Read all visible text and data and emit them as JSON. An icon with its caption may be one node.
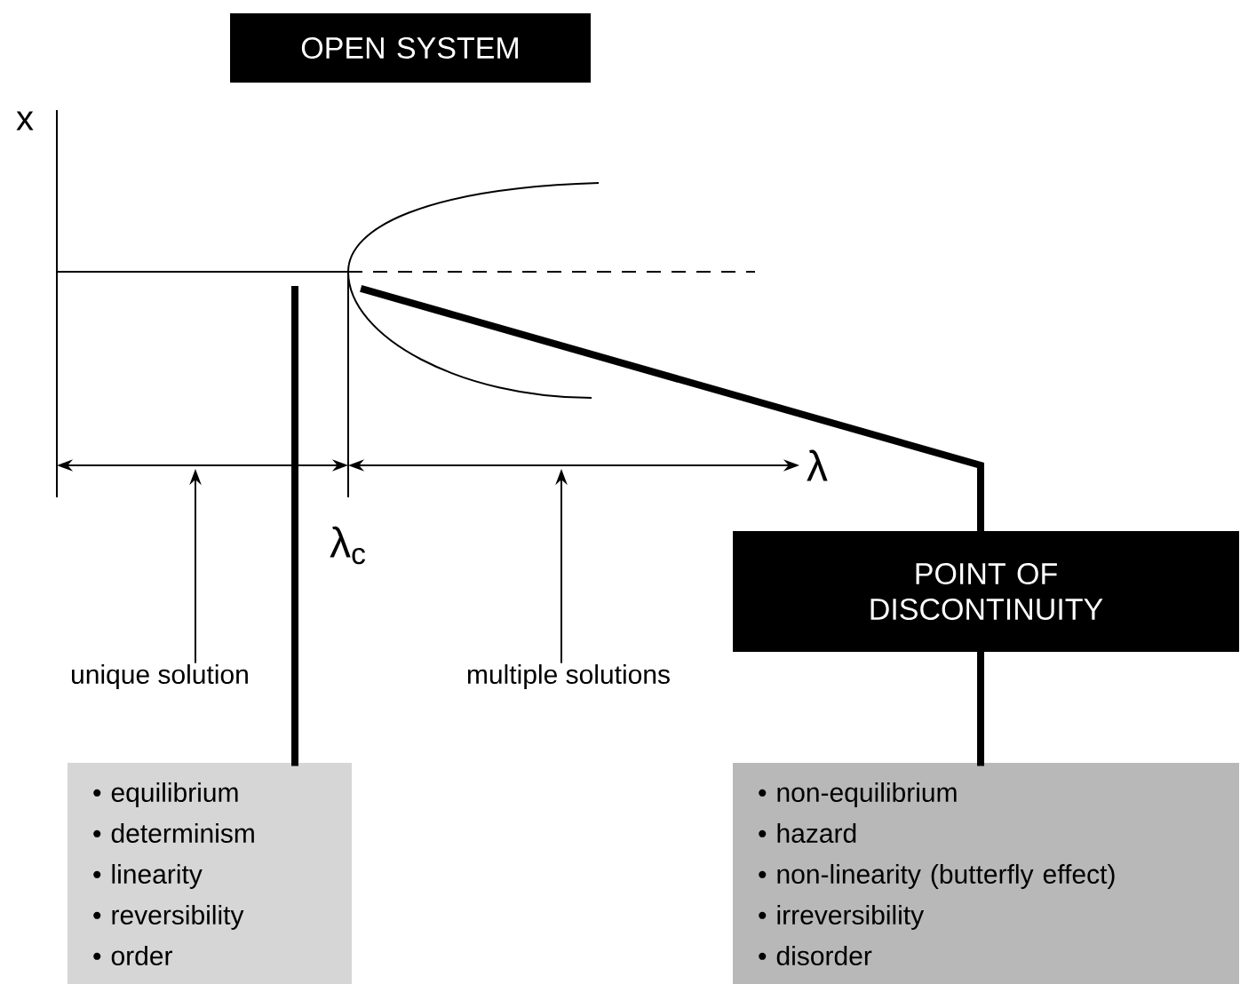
{
  "diagram": {
    "nodes": [
      {
        "text": [
          "OPEN SYSTEM"
        ]
      },
      {
        "text": [
          "unique solution"
        ]
      },
      {
        "text": [
          "multiple solutions"
        ]
      },
      {
        "text": [
          "POINT OF DISCONTINUITY"
        ]
      },
      {
        "text": [
          "• equilibrium",
          "• determinism",
          "• linearity",
          "• reversibility",
          "• order"
        ]
      },
      {
        "text": [
          "• non-equilibrium",
          "• hazard",
          "• non-linearity (butterfly effect)",
          "• irreversibility",
          "• disorder"
        ]
      }
    ],
    "edges": [
      {
        "from": 1,
        "to": null,
        "arrow": "to"
      },
      {
        "from": 2,
        "to": null,
        "arrow": "to"
      },
      {
        "from": 4,
        "to": null,
        "arrow": "none"
      },
      {
        "from": null,
        "to": 3,
        "arrow": "none"
      },
      {
        "from": 3,
        "to": 5,
        "arrow": "none"
      }
    ],
    "labels": [
      "x",
      "λ",
      "λ$_{c}$"
    ]
  }
}
